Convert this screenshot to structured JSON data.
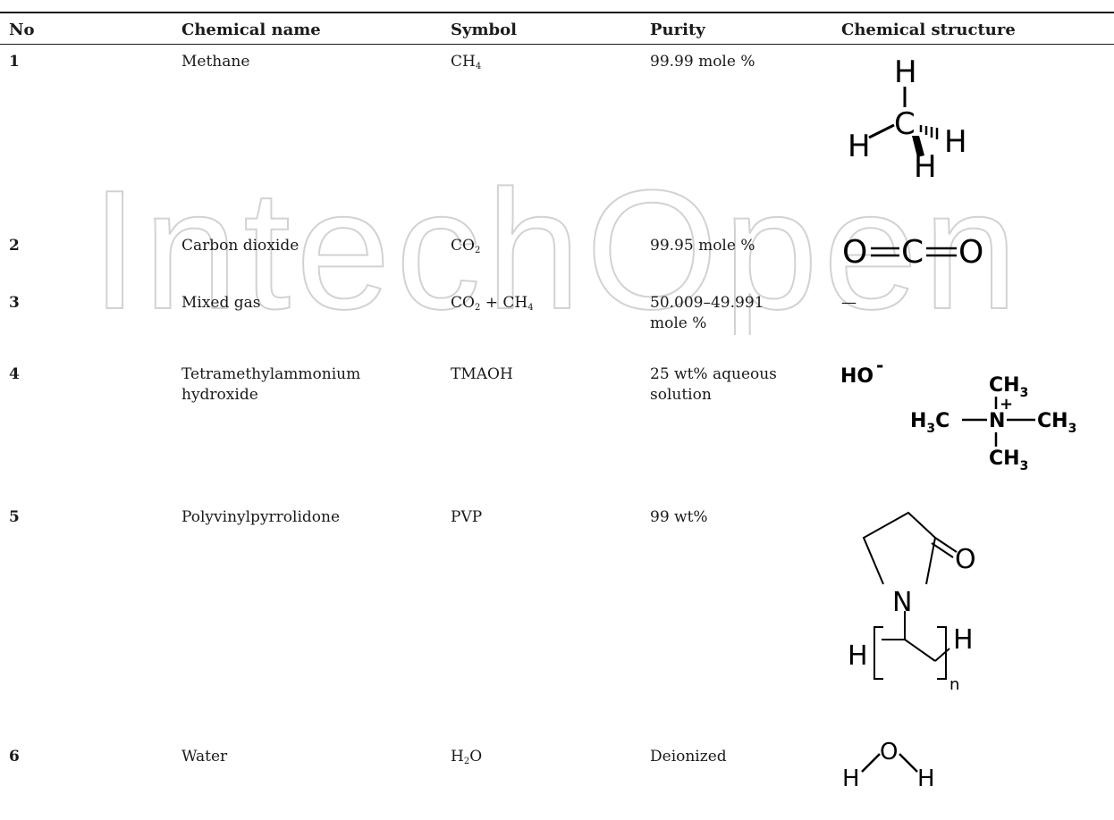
{
  "headers": {
    "no": "No",
    "name": "Chemical name",
    "symbol": "Symbol",
    "purity": "Purity",
    "structure": "Chemical structure"
  },
  "watermark": "IntechOpen",
  "rows": [
    {
      "no": "1",
      "name": "Methane",
      "symbol_a": "CH",
      "symbol_a_sub": "4",
      "purity": "99.99 mole %"
    },
    {
      "no": "2",
      "name": "Carbon dioxide",
      "symbol_a": "CO",
      "symbol_a_sub": "2",
      "purity": "99.95 mole %"
    },
    {
      "no": "3",
      "name": "Mixed gas",
      "symbol_a": "CO",
      "symbol_a_sub": "2",
      "symbol_join": " + ",
      "symbol_b": "CH",
      "symbol_b_sub": "4",
      "purity_l1": "50.009–49.991",
      "purity_l2": "mole %",
      "structure": "—"
    },
    {
      "no": "4",
      "name_l1": "Tetramethylammonium",
      "name_l2": "hydroxide",
      "symbol": "TMAOH",
      "purity_l1": "25 wt% aqueous",
      "purity_l2": "solution"
    },
    {
      "no": "5",
      "name": "Polyvinylpyrrolidone",
      "symbol": "PVP",
      "purity": "99 wt%"
    },
    {
      "no": "6",
      "name": "Water",
      "symbol_a": "H",
      "symbol_a_sub": "2",
      "symbol_tail": "O",
      "purity": "Deionized"
    }
  ],
  "structures": {
    "methane": {
      "top": "H",
      "center": "C",
      "left": "H",
      "right": "H",
      "bottom": "H"
    },
    "co2": {
      "o1": "O",
      "c": "C",
      "o2": "O"
    },
    "tmaoh": {
      "ho": "HO",
      "minus": "-",
      "ch3_top": "CH",
      "ch3_top_sub": "3",
      "plus": "+",
      "left": "H",
      "left_sub": "3",
      "left_c": "C",
      "n": "N",
      "right": "CH",
      "right_sub": "3",
      "ch3_bottom": "CH",
      "ch3_bottom_sub": "3"
    },
    "pvp": {
      "n": "N",
      "o": "O",
      "h_left": "H",
      "h_right": "H",
      "subscript": "n"
    },
    "water": {
      "o": "O",
      "h1": "H",
      "h2": "H"
    }
  }
}
